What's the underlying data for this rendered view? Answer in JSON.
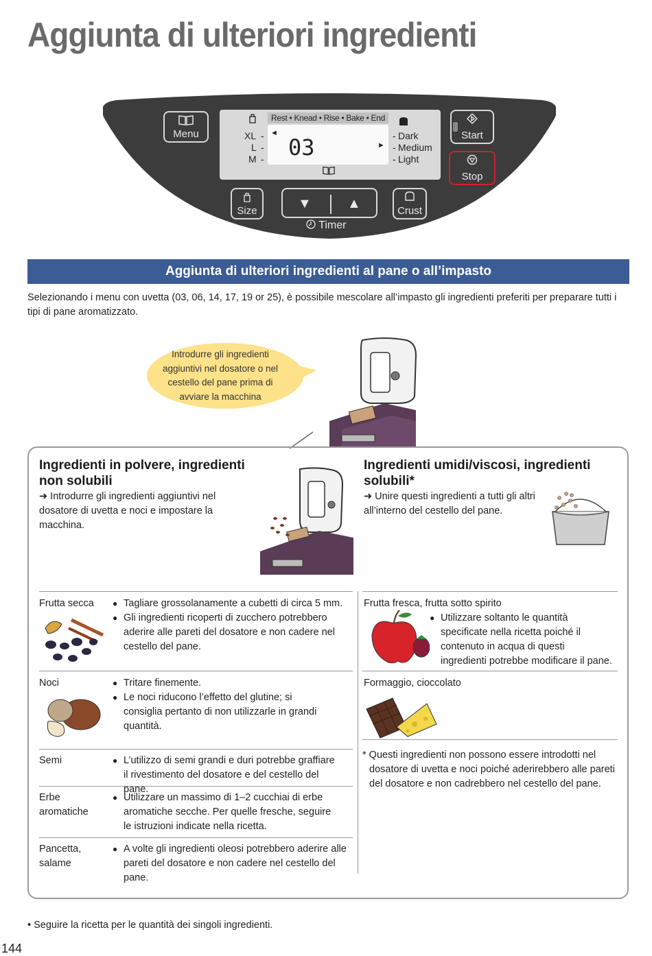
{
  "title": "Aggiunta di ulteriori ingredienti",
  "panel": {
    "menu_label": "Menu",
    "start_label": "Start",
    "stop_label": "Stop",
    "size_label": "Size",
    "crust_label": "Crust",
    "timer_label": "Timer",
    "stages": "Rest • Knead • Rise • Bake • End",
    "sizes": [
      "XL",
      "L",
      "M"
    ],
    "crusts": [
      "Dark",
      "Medium",
      "Light"
    ],
    "display_number": "03",
    "down_arrow": "▼",
    "up_arrow": "▲"
  },
  "section": {
    "header": "Aggiunta di ulteriori ingredienti al pane o all’impasto",
    "intro": "Selezionando i menu con uvetta (03, 06, 14, 17, 19 or 25), è possibile mescolare all’impasto gli ingredienti preferiti per preparare tutti i tipi di pane aromatizzato."
  },
  "callout": "Introdurre gli ingredienti aggiuntivi nel dosatore o nel cestello del pane prima di avviare la macchina",
  "left_col": {
    "heading": "Ingredienti in polvere, ingredienti non solubili",
    "instruction": "➜ Introdurre gli ingredienti aggiuntivi nel dosatore di uvetta e noci e impostare la macchina.",
    "rows": [
      {
        "category": "Frutta secca",
        "bullets": [
          "Tagliare grossolanamente a cubetti di circa 5 mm.",
          "Gli ingredienti ricoperti di zucchero potrebbero aderire alle pareti del dosatore e non cadere nel cestello del pane."
        ]
      },
      {
        "category": "Noci",
        "bullets": [
          "Tritare finemente.",
          "Le noci riducono l’effetto del glutine; si consiglia pertanto di non utilizzarle in grandi quantità."
        ]
      },
      {
        "category": "Semi",
        "bullets": [
          "L’utilizzo di semi grandi e duri potrebbe graffiare il rivestimento del dosatore e del cestello del pane."
        ]
      },
      {
        "category": "Erbe aromatiche",
        "bullets": [
          "Utilizzare un massimo di 1–2 cucchiai di erbe aromatiche secche. Per quelle fresche, seguire le istruzioni indicate nella ricetta."
        ]
      },
      {
        "category": "Pancetta, salame",
        "bullets": [
          "A volte gli ingredienti oleosi potrebbero aderire alle pareti del dosatore e non cadere nel cestello del pane."
        ]
      }
    ]
  },
  "right_col": {
    "heading": "Ingredienti umidi/viscosi, ingredienti solubili*",
    "instruction": "➜ Unire questi ingredienti a tutti gli altri all’interno del cestello del pane.",
    "rows": [
      {
        "category": "Frutta fresca, frutta sotto spirito",
        "bullets": [
          "Utilizzare soltanto le quantità specificate nella ricetta poiché il contenuto in acqua di questi ingredienti potrebbe modificare il pane."
        ]
      },
      {
        "category": "Formaggio, cioccolato",
        "bullets": []
      }
    ],
    "footnote": "* Questi ingredienti non possono essere introdotti nel dosatore di uvetta e noci poiché aderirebbero alle pareti del dosatore e non cadrebbero nel cestello del pane."
  },
  "bottom_note": "• Seguire la ricetta per le quantità dei singoli ingredienti.",
  "page_number": "144",
  "colors": {
    "header_bg": "#3b5c94",
    "callout_bg": "#fde28a",
    "panel_bg": "#3c3c3c",
    "stop_border": "#d0202a"
  },
  "icons": [
    "book-icon",
    "start-icon",
    "stop-icon",
    "size-icon",
    "crust-icon",
    "timer-icon"
  ]
}
